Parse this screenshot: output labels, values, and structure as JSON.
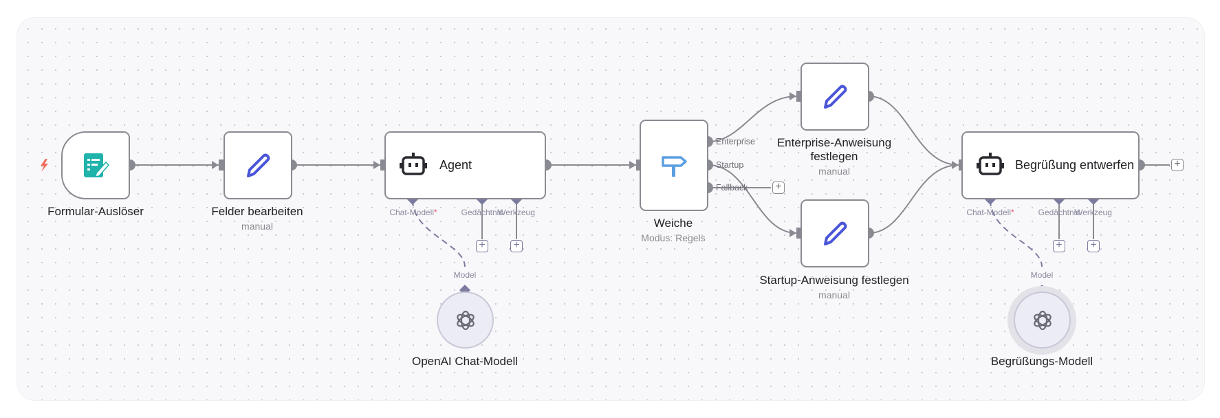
{
  "nodes": {
    "trigger": {
      "title": "Formular-Auslöser"
    },
    "edit_fields": {
      "title": "Felder bearbeiten",
      "subtitle": "manual"
    },
    "agent": {
      "title": "Agent",
      "ports": {
        "chat_model": "Chat-Modell",
        "required_mark": "*",
        "memory": "Gedächtnis",
        "tool": "Werkzeug"
      }
    },
    "switch": {
      "title": "Weiche",
      "subtitle": "Modus: Regels",
      "outputs": {
        "enterprise": "Enterprise",
        "startup": "Startup",
        "fallback": "Fallback"
      }
    },
    "enterprise_set": {
      "title_line1": "Enterprise-Anweisung",
      "title_line2": "festlegen",
      "subtitle": "manual"
    },
    "startup_set": {
      "title": "Startup-Anweisung festlegen",
      "subtitle": "manual"
    },
    "greeting_agent": {
      "title": "Begrüßung entwerfen",
      "ports": {
        "chat_model": "Chat-Modell",
        "required_mark": "*",
        "memory": "Gedächtnis",
        "tool": "Werkzeug"
      }
    },
    "openai_model": {
      "title": "OpenAI Chat-Modell",
      "port": "Model"
    },
    "greeting_model": {
      "title": "Begrüßungs-Modell",
      "port": "Model"
    }
  },
  "plus_symbol": "+",
  "colors": {
    "edge": "#8a8a92",
    "subnode_edge": "#7b7ba0",
    "trigger_bolt": "#f06a5a",
    "form_icon": "#1fb3ab",
    "pencil": "#4a55d8",
    "switch_icon": "#5b9fe0",
    "robot": "#2a2a30"
  },
  "icons": [
    "lightning-bolt-icon",
    "form-icon",
    "pencil-icon",
    "robot-icon",
    "signpost-icon",
    "openai-logo-icon",
    "plus-icon"
  ]
}
